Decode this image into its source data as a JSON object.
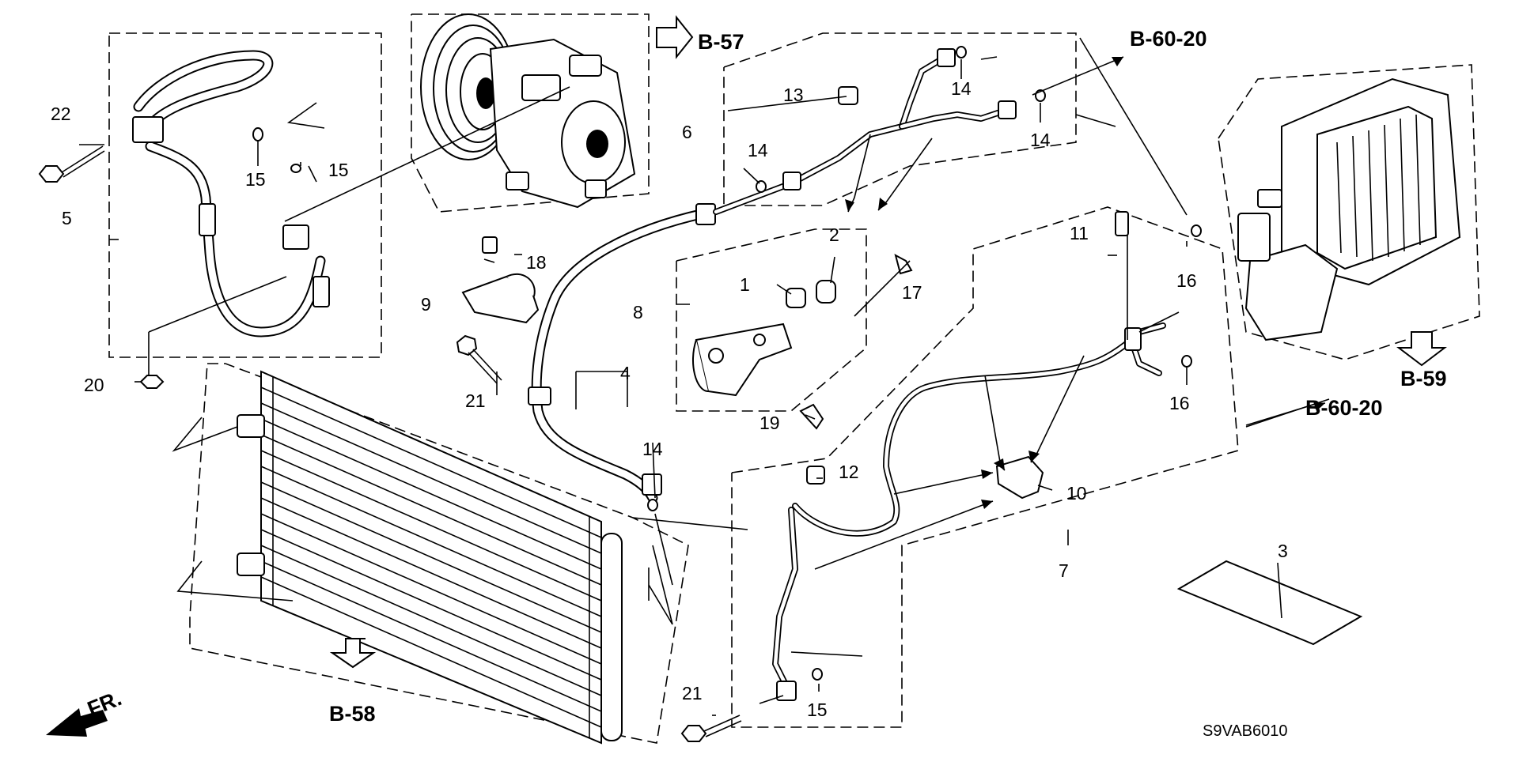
{
  "part_numbers": {
    "n1": "1",
    "n2": "2",
    "n3": "3",
    "n4": "4",
    "n5": "5",
    "n6": "6",
    "n7": "7",
    "n8": "8",
    "n9": "9",
    "n10": "10",
    "n11": "11",
    "n12": "12",
    "n13": "13",
    "n14a": "14",
    "n14b": "14",
    "n14c": "14",
    "n14d": "14",
    "n15a": "15",
    "n15b": "15",
    "n15c": "15",
    "n16a": "16",
    "n16b": "16",
    "n17": "17",
    "n18": "18",
    "n19": "19",
    "n20": "20",
    "n21a": "21",
    "n21b": "21",
    "n22": "22"
  },
  "references": {
    "b57": "B-57",
    "b58": "B-58",
    "b59": "B-59",
    "b6020_top": "B-60-20",
    "b6020_right": "B-60-20"
  },
  "front_marker": "FR.",
  "diagram_code": "S9VAB6010",
  "icons": [
    "compressor-icon",
    "condenser-icon",
    "evaporator-unit-icon",
    "front-arrow-icon",
    "reference-arrow-icon"
  ]
}
